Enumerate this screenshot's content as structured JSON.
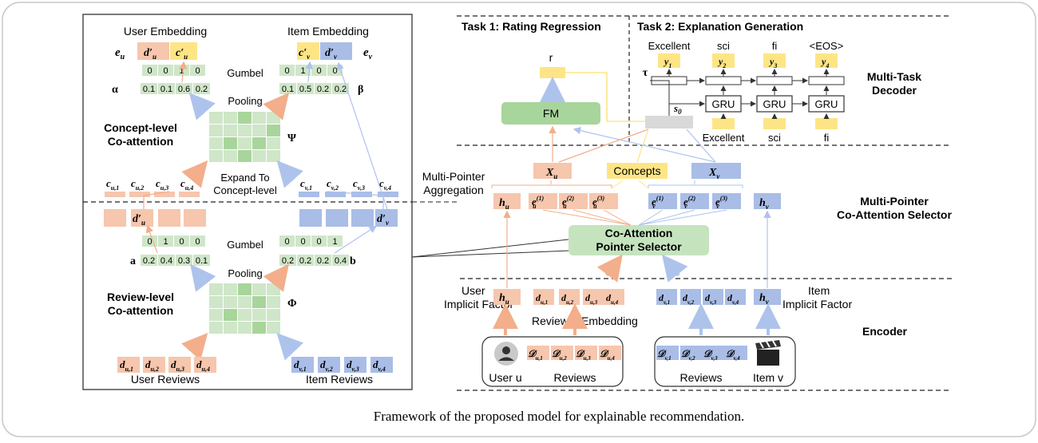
{
  "caption": "Framework of the proposed model for explainable recommendation.",
  "colors": {
    "orange": "#f6c6ad",
    "orange_line": "#f3ae8b",
    "blue": "#a9bde7",
    "blue_line": "#aec3ec",
    "green": "#cfe6c8",
    "green_dark": "#a8d59b",
    "green_box": "#c5e4be",
    "yellow": "#fde586",
    "grey": "#d9d9d9"
  },
  "left_panel": {
    "user_embedding_title": "User Embedding",
    "item_embedding_title": "Item Embedding",
    "e_u": "e",
    "e_u_sub": "u",
    "e_v": "e",
    "e_v_sub": "v",
    "d_prime_u": "d′",
    "c_prime_u": "c′",
    "c_prime_v": "c′",
    "d_prime_v": "d′",
    "sub_u": "u",
    "sub_v": "v",
    "gumbel": "Gumbel",
    "pooling": "Pooling",
    "alpha": "α",
    "beta": "β",
    "psi": "Ψ",
    "phi": "Φ",
    "a_label": "a",
    "b_label": "b",
    "concept_coattn_line1": "Concept-level",
    "concept_coattn_line2": "Co-attention",
    "review_coattn_line1": "Review-level",
    "review_coattn_line2": "Co-attention",
    "expand_line1": "Expand To",
    "expand_line2": "Concept-level",
    "concept_onehot_user": [
      "0",
      "0",
      "1",
      "0"
    ],
    "concept_onehot_item": [
      "0",
      "1",
      "0",
      "0"
    ],
    "concept_alpha": [
      "0.1",
      "0.1",
      "0.6",
      "0.2"
    ],
    "concept_beta": [
      "0.1",
      "0.5",
      "0.2",
      "0.2"
    ],
    "review_onehot_user": [
      "0",
      "1",
      "0",
      "0"
    ],
    "review_onehot_item": [
      "0",
      "0",
      "0",
      "1"
    ],
    "review_a": [
      "0.2",
      "0.4",
      "0.3",
      "0.1"
    ],
    "review_b": [
      "0.2",
      "0.2",
      "0.2",
      "0.4"
    ],
    "c_user_labels": [
      {
        "base": "c",
        "sub": "u,1"
      },
      {
        "base": "c",
        "sub": "u,2"
      },
      {
        "base": "c",
        "sub": "u,3"
      },
      {
        "base": "c",
        "sub": "u,4"
      }
    ],
    "c_item_labels": [
      {
        "base": "c",
        "sub": "v,1"
      },
      {
        "base": "c",
        "sub": "v,2"
      },
      {
        "base": "c",
        "sub": "v,3"
      },
      {
        "base": "c",
        "sub": "v,4"
      }
    ],
    "d_user_labels": [
      {
        "base": "d",
        "sub": "u,1"
      },
      {
        "base": "d",
        "sub": "u,2"
      },
      {
        "base": "d",
        "sub": "u,3"
      },
      {
        "base": "d",
        "sub": "u,4"
      }
    ],
    "d_item_labels": [
      {
        "base": "d",
        "sub": "v,1"
      },
      {
        "base": "d",
        "sub": "v,2"
      },
      {
        "base": "d",
        "sub": "v,3"
      },
      {
        "base": "d",
        "sub": "v,4"
      }
    ],
    "user_reviews_label": "User Reviews",
    "item_reviews_label": "Item Reviews"
  },
  "right_panel": {
    "task1_title": "Task 1: Rating Regression",
    "task2_title": "Task 2: Explanation Generation",
    "r_label": "r",
    "fm_label": "FM",
    "tau": "τ",
    "s0": "s",
    "s0_sub": "0",
    "gru_label": "GRU",
    "output_words": [
      "Excellent",
      "sci",
      "fi",
      "<EOS>"
    ],
    "y_labels": [
      {
        "base": "y",
        "sub": "1"
      },
      {
        "base": "y",
        "sub": "2"
      },
      {
        "base": "y",
        "sub": "3"
      },
      {
        "base": "y",
        "sub": "4"
      }
    ],
    "input_words": [
      "Excellent",
      "sci",
      "fi"
    ],
    "decoder_line1": "Multi-Task",
    "decoder_line2": "Decoder",
    "x_u": "X",
    "x_u_sub": "u",
    "x_v": "X",
    "x_v_sub": "v",
    "concepts_label": "Concepts",
    "mp_agg_line1": "Multi-Pointer",
    "mp_agg_line2": "Aggregation",
    "h_u": "h",
    "h_u_sub": "u",
    "h_v": "h",
    "h_v_sub": "v",
    "e_sup": [
      "(1)",
      "(2)",
      "(3)"
    ],
    "selector_line1": "Co-Attention",
    "selector_line2": "Pointer Selector",
    "mp_title_line1": "Multi-Pointer",
    "mp_title_line2": "Co-Attention Selector",
    "user_factor_line1": "User",
    "user_factor_line2": "Implicit Factor",
    "item_factor_line1": "Item",
    "item_factor_line2": "Implicit Factor",
    "review_label": "Review",
    "embedding_label": "Embedding",
    "encoder_label": "Encoder",
    "script_d_user": [
      {
        "base": "𝒟",
        "sub": "u,1"
      },
      {
        "base": "𝒟",
        "sub": "u,2"
      },
      {
        "base": "𝒟",
        "sub": "u,3"
      },
      {
        "base": "𝒟",
        "sub": "u,4"
      }
    ],
    "script_d_item": [
      {
        "base": "𝒟",
        "sub": "v,1"
      },
      {
        "base": "𝒟",
        "sub": "v,2"
      },
      {
        "base": "𝒟",
        "sub": "v,3"
      },
      {
        "base": "𝒟",
        "sub": "v,4"
      }
    ],
    "user_u_label": "User u",
    "reviews_label": "Reviews",
    "item_v_label": "Item v",
    "user_icon": "user-avatar-icon",
    "item_icon": "clapperboard-icon"
  }
}
